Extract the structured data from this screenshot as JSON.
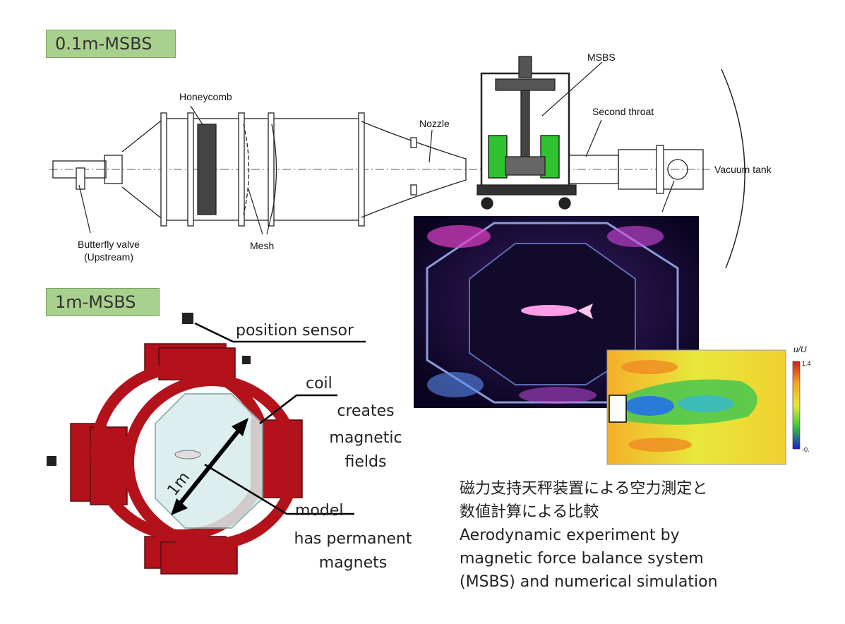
{
  "tags": {
    "small_msbs": "0.1m-MSBS",
    "large_msbs": "1m-MSBS"
  },
  "tunnel_labels": {
    "msbs": "MSBS",
    "honeycomb": "Honeycomb",
    "nozzle": "Nozzle",
    "second_throat": "Second throat",
    "vacuum_tank": "Vacuum tank",
    "butterfly_valve": "Butterfly valve",
    "upstream": "(Upstream)",
    "mesh": "Mesh"
  },
  "msbs_labels": {
    "position_sensor": "position sensor",
    "coil": "coil",
    "coil_desc_1": "creates",
    "coil_desc_2": "magnetic",
    "coil_desc_3": "fields",
    "model": "model",
    "model_desc_1": "has permanent",
    "model_desc_2": "magnets",
    "dimension": "1m"
  },
  "colorbar": {
    "label": "u/U",
    "max": "1.4",
    "min": "-0."
  },
  "caption": {
    "jp_line1": "磁力支持天秤装置による空力測定と",
    "jp_line2": "数値計算による比較",
    "en_line1": "Aerodynamic experiment by",
    "en_line2": "magnetic force balance system",
    "en_line3": "(MSBS) and numerical simulation"
  },
  "colors": {
    "tag_green": "#a9d18e",
    "coil_red": "#b3121b",
    "tank_purple": "#1a0a3a"
  }
}
